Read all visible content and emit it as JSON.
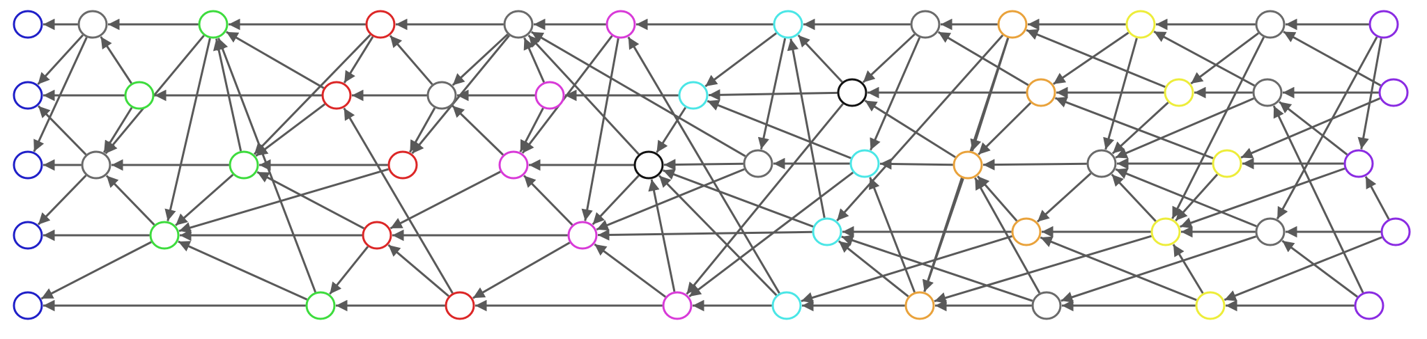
{
  "colors": {
    "blue": "#1f1fc8",
    "gray": "#6a6a6a",
    "green": "#3ddc3d",
    "red": "#dc2626",
    "magenta": "#d83ad8",
    "cyan": "#4ae6e6",
    "black": "#111111",
    "orange": "#e9a23b",
    "yellow": "#eded3a",
    "purple": "#8a2be2",
    "edge": "#595959"
  },
  "nodes": [
    {
      "id": "b0",
      "color": "blue"
    },
    {
      "id": "b1",
      "color": "blue"
    },
    {
      "id": "b2",
      "color": "blue"
    },
    {
      "id": "b3",
      "color": "blue"
    },
    {
      "id": "b4",
      "color": "blue"
    },
    {
      "id": "A",
      "color": "gray"
    },
    {
      "id": "B",
      "color": "green"
    },
    {
      "id": "C",
      "color": "red"
    },
    {
      "id": "D",
      "color": "green"
    },
    {
      "id": "E",
      "color": "red"
    },
    {
      "id": "F",
      "color": "gray"
    },
    {
      "id": "G",
      "color": "gray"
    },
    {
      "id": "H",
      "color": "green"
    },
    {
      "id": "I",
      "color": "red"
    },
    {
      "id": "J",
      "color": "green"
    },
    {
      "id": "K",
      "color": "red"
    },
    {
      "id": "L",
      "color": "green"
    },
    {
      "id": "M",
      "color": "red"
    },
    {
      "id": "N",
      "color": "gray"
    },
    {
      "id": "O",
      "color": "magenta"
    },
    {
      "id": "P",
      "color": "cyan"
    },
    {
      "id": "Q",
      "color": "gray"
    },
    {
      "id": "R",
      "color": "magenta"
    },
    {
      "id": "S",
      "color": "cyan"
    },
    {
      "id": "T",
      "color": "black"
    },
    {
      "id": "U",
      "color": "magenta"
    },
    {
      "id": "V",
      "color": "black"
    },
    {
      "id": "W",
      "color": "gray"
    },
    {
      "id": "X",
      "color": "cyan"
    },
    {
      "id": "Y",
      "color": "magenta"
    },
    {
      "id": "Z",
      "color": "cyan"
    },
    {
      "id": "a",
      "color": "magenta"
    },
    {
      "id": "b",
      "color": "cyan"
    },
    {
      "id": "c",
      "color": "orange"
    },
    {
      "id": "d",
      "color": "orange"
    },
    {
      "id": "e",
      "color": "yellow"
    },
    {
      "id": "f",
      "color": "gray"
    },
    {
      "id": "g",
      "color": "purple"
    },
    {
      "id": "h",
      "color": "orange"
    },
    {
      "id": "i",
      "color": "yellow"
    },
    {
      "id": "j",
      "color": "gray"
    },
    {
      "id": "k",
      "color": "purple"
    },
    {
      "id": "l",
      "color": "orange"
    },
    {
      "id": "m",
      "color": "gray"
    },
    {
      "id": "n",
      "color": "yellow"
    },
    {
      "id": "o",
      "color": "purple"
    },
    {
      "id": "p",
      "color": "orange"
    },
    {
      "id": "q",
      "color": "yellow"
    },
    {
      "id": "r",
      "color": "gray"
    },
    {
      "id": "s",
      "color": "purple"
    },
    {
      "id": "t",
      "color": "gray"
    },
    {
      "id": "u",
      "color": "yellow"
    },
    {
      "id": "v",
      "color": "purple"
    }
  ],
  "edges": [
    [
      "A",
      "b0"
    ],
    [
      "B",
      "A"
    ],
    [
      "C",
      "B"
    ],
    [
      "A",
      "b1"
    ],
    [
      "A",
      "b2"
    ],
    [
      "D",
      "A"
    ],
    [
      "D",
      "b1"
    ],
    [
      "E",
      "D"
    ],
    [
      "D",
      "G"
    ],
    [
      "B",
      "G"
    ],
    [
      "B",
      "J"
    ],
    [
      "H",
      "B"
    ],
    [
      "L",
      "B"
    ],
    [
      "E",
      "B"
    ],
    [
      "G",
      "b2"
    ],
    [
      "H",
      "G"
    ],
    [
      "G",
      "b1"
    ],
    [
      "G",
      "b3"
    ],
    [
      "J",
      "G"
    ],
    [
      "I",
      "H"
    ],
    [
      "H",
      "J"
    ],
    [
      "C",
      "H"
    ],
    [
      "E",
      "H"
    ],
    [
      "C",
      "E"
    ],
    [
      "F",
      "C"
    ],
    [
      "F",
      "E"
    ],
    [
      "F",
      "I"
    ],
    [
      "I",
      "J"
    ],
    [
      "K",
      "J"
    ],
    [
      "J",
      "b3"
    ],
    [
      "J",
      "b4"
    ],
    [
      "L",
      "J"
    ],
    [
      "K",
      "H"
    ],
    [
      "M",
      "E"
    ],
    [
      "K",
      "L"
    ],
    [
      "M",
      "K"
    ],
    [
      "L",
      "b4"
    ],
    [
      "M",
      "L"
    ],
    [
      "U",
      "K"
    ],
    [
      "Y",
      "K"
    ],
    [
      "a",
      "M"
    ],
    [
      "Y",
      "M"
    ],
    [
      "U",
      "F"
    ],
    [
      "N",
      "C"
    ],
    [
      "O",
      "N"
    ],
    [
      "N",
      "F"
    ],
    [
      "N",
      "I"
    ],
    [
      "R",
      "N"
    ],
    [
      "V",
      "N"
    ],
    [
      "W",
      "N"
    ],
    [
      "R",
      "F"
    ],
    [
      "R",
      "U"
    ],
    [
      "O",
      "U"
    ],
    [
      "O",
      "Y"
    ],
    [
      "S",
      "R"
    ],
    [
      "V",
      "U"
    ],
    [
      "Y",
      "U"
    ],
    [
      "P",
      "O"
    ],
    [
      "b",
      "O"
    ],
    [
      "S",
      "V"
    ],
    [
      "P",
      "S"
    ],
    [
      "T",
      "S"
    ],
    [
      "X",
      "S"
    ],
    [
      "W",
      "V"
    ],
    [
      "V",
      "Y"
    ],
    [
      "W",
      "Y"
    ],
    [
      "Z",
      "Y"
    ],
    [
      "Z",
      "V"
    ],
    [
      "b",
      "V"
    ],
    [
      "a",
      "V"
    ],
    [
      "P",
      "W"
    ],
    [
      "Z",
      "P"
    ],
    [
      "T",
      "P"
    ],
    [
      "Q",
      "P"
    ],
    [
      "Q",
      "T"
    ],
    [
      "Q",
      "X"
    ],
    [
      "X",
      "W"
    ],
    [
      "T",
      "a"
    ],
    [
      "X",
      "a"
    ],
    [
      "a",
      "Y"
    ],
    [
      "b",
      "a"
    ],
    [
      "c",
      "b"
    ],
    [
      "c",
      "X"
    ],
    [
      "c",
      "Z"
    ],
    [
      "p",
      "Z"
    ],
    [
      "l",
      "X"
    ],
    [
      "l",
      "T"
    ],
    [
      "d",
      "Z"
    ],
    [
      "d",
      "Q"
    ],
    [
      "h",
      "Q"
    ],
    [
      "h",
      "T"
    ],
    [
      "e",
      "d"
    ],
    [
      "i",
      "d"
    ],
    [
      "e",
      "h"
    ],
    [
      "e",
      "m"
    ],
    [
      "f",
      "e"
    ],
    [
      "j",
      "e"
    ],
    [
      "f",
      "i"
    ],
    [
      "f",
      "q"
    ],
    [
      "g",
      "f"
    ],
    [
      "k",
      "f"
    ],
    [
      "g",
      "o"
    ],
    [
      "g",
      "r"
    ],
    [
      "i",
      "h"
    ],
    [
      "h",
      "l"
    ],
    [
      "i",
      "m"
    ],
    [
      "j",
      "i"
    ],
    [
      "j",
      "m"
    ],
    [
      "k",
      "j"
    ],
    [
      "k",
      "n"
    ],
    [
      "o",
      "j"
    ],
    [
      "v",
      "j"
    ],
    [
      "m",
      "l"
    ],
    [
      "p",
      "l"
    ],
    [
      "t",
      "l"
    ],
    [
      "l",
      "c"
    ],
    [
      "n",
      "m"
    ],
    [
      "n",
      "h"
    ],
    [
      "m",
      "p"
    ],
    [
      "q",
      "m"
    ],
    [
      "r",
      "m"
    ],
    [
      "o",
      "n"
    ],
    [
      "n",
      "q"
    ],
    [
      "o",
      "q"
    ],
    [
      "s",
      "o"
    ],
    [
      "p",
      "b"
    ],
    [
      "q",
      "p"
    ],
    [
      "q",
      "c"
    ],
    [
      "r",
      "q"
    ],
    [
      "r",
      "t"
    ],
    [
      "s",
      "r"
    ],
    [
      "s",
      "u"
    ],
    [
      "v",
      "r"
    ],
    [
      "t",
      "c"
    ],
    [
      "t",
      "Z"
    ],
    [
      "u",
      "p"
    ],
    [
      "u",
      "q"
    ],
    [
      "u",
      "t"
    ],
    [
      "v",
      "u"
    ],
    [
      "d",
      "l"
    ],
    [
      "d",
      "c"
    ]
  ]
}
